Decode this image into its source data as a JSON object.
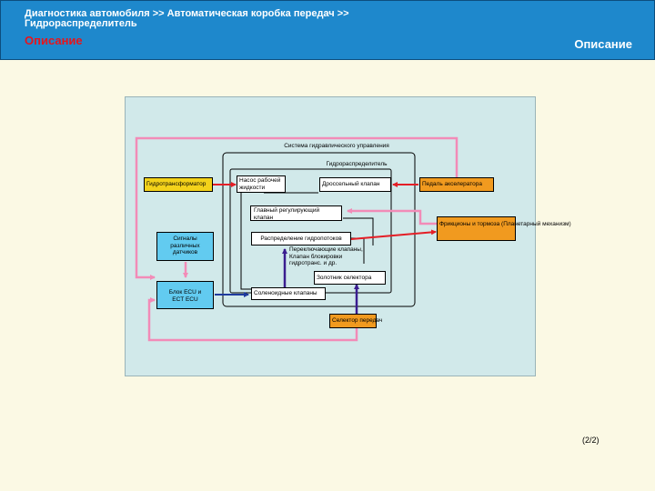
{
  "header": {
    "breadcrumb": "Диагностика автомобиля >> Автоматическая коробка передач >> Гидрораспределитель",
    "title_left": "Описание",
    "title_right": "Описание"
  },
  "diagram": {
    "outer_label": "Система гидравлического управления",
    "inner_label": "Гидрораспределитель",
    "nodes": {
      "converter": "Гидротрансформатор",
      "pump": "Насос рабочей жидкости",
      "throttle_valve": "Дроссельный клапан",
      "accel_pedal": "Педаль акселератора",
      "main_regulator": "Главный регулирующий клапан",
      "clutches_brakes": "Фрикционы и тормоза (Планетарный механизм)",
      "sensor_signals": "Сигналы различных датчиков",
      "flow_distribution": "Распределение гидропотоков",
      "switching_valves": "Переключающие клапаны, Клапан блокировки гидротранс. и др.",
      "selector_spool": "Золотник селектора",
      "ecu": "Блок ECU и ECT ECU",
      "solenoid_valves": "Соленоидные клапаны",
      "gear_selector": "Селектор передач"
    }
  },
  "footer": {
    "page": "(2/2)"
  },
  "colors": {
    "header_bg": "#1E88CC",
    "title_red": "#E8141B",
    "panel_bg": "#D1E9EA",
    "yellow_box": "#F3D21A",
    "orange_box": "#F19A1F",
    "cyan_box": "#62CBF0",
    "arrow_red": "#E41E26",
    "arrow_pink": "#F28BB7",
    "arrow_purple": "#3A1D8F",
    "arrow_blue": "#1E3A9E"
  }
}
